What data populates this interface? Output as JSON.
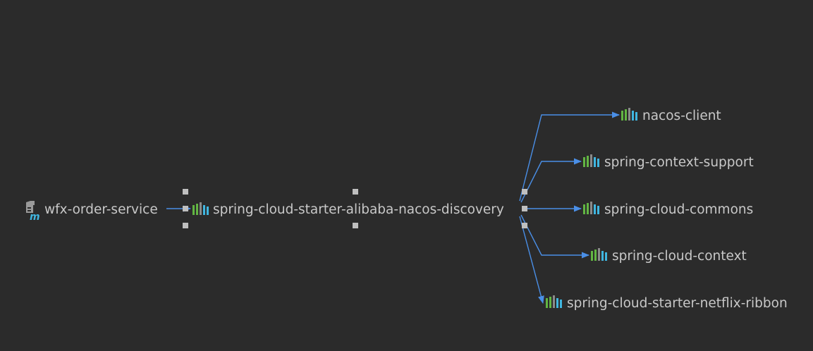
{
  "diagram": {
    "root": {
      "label": "wfx-order-service",
      "icon": "maven-module-icon"
    },
    "selected": {
      "label": "spring-cloud-starter-alibaba-nacos-discovery",
      "icon": "library-icon"
    },
    "children": [
      {
        "label": "nacos-client",
        "icon": "library-icon"
      },
      {
        "label": "spring-context-support",
        "icon": "library-icon"
      },
      {
        "label": "spring-cloud-commons",
        "icon": "library-icon"
      },
      {
        "label": "spring-cloud-context",
        "icon": "library-icon"
      },
      {
        "label": "spring-cloud-starter-netflix-ribbon",
        "icon": "library-icon"
      }
    ]
  },
  "colors": {
    "background": "#2b2b2b",
    "edge": "#4a8fe7",
    "text": "#c8c8c8",
    "handle": "#bfbfbf",
    "lib_green": "#62b543",
    "lib_blue": "#40b6e0"
  }
}
